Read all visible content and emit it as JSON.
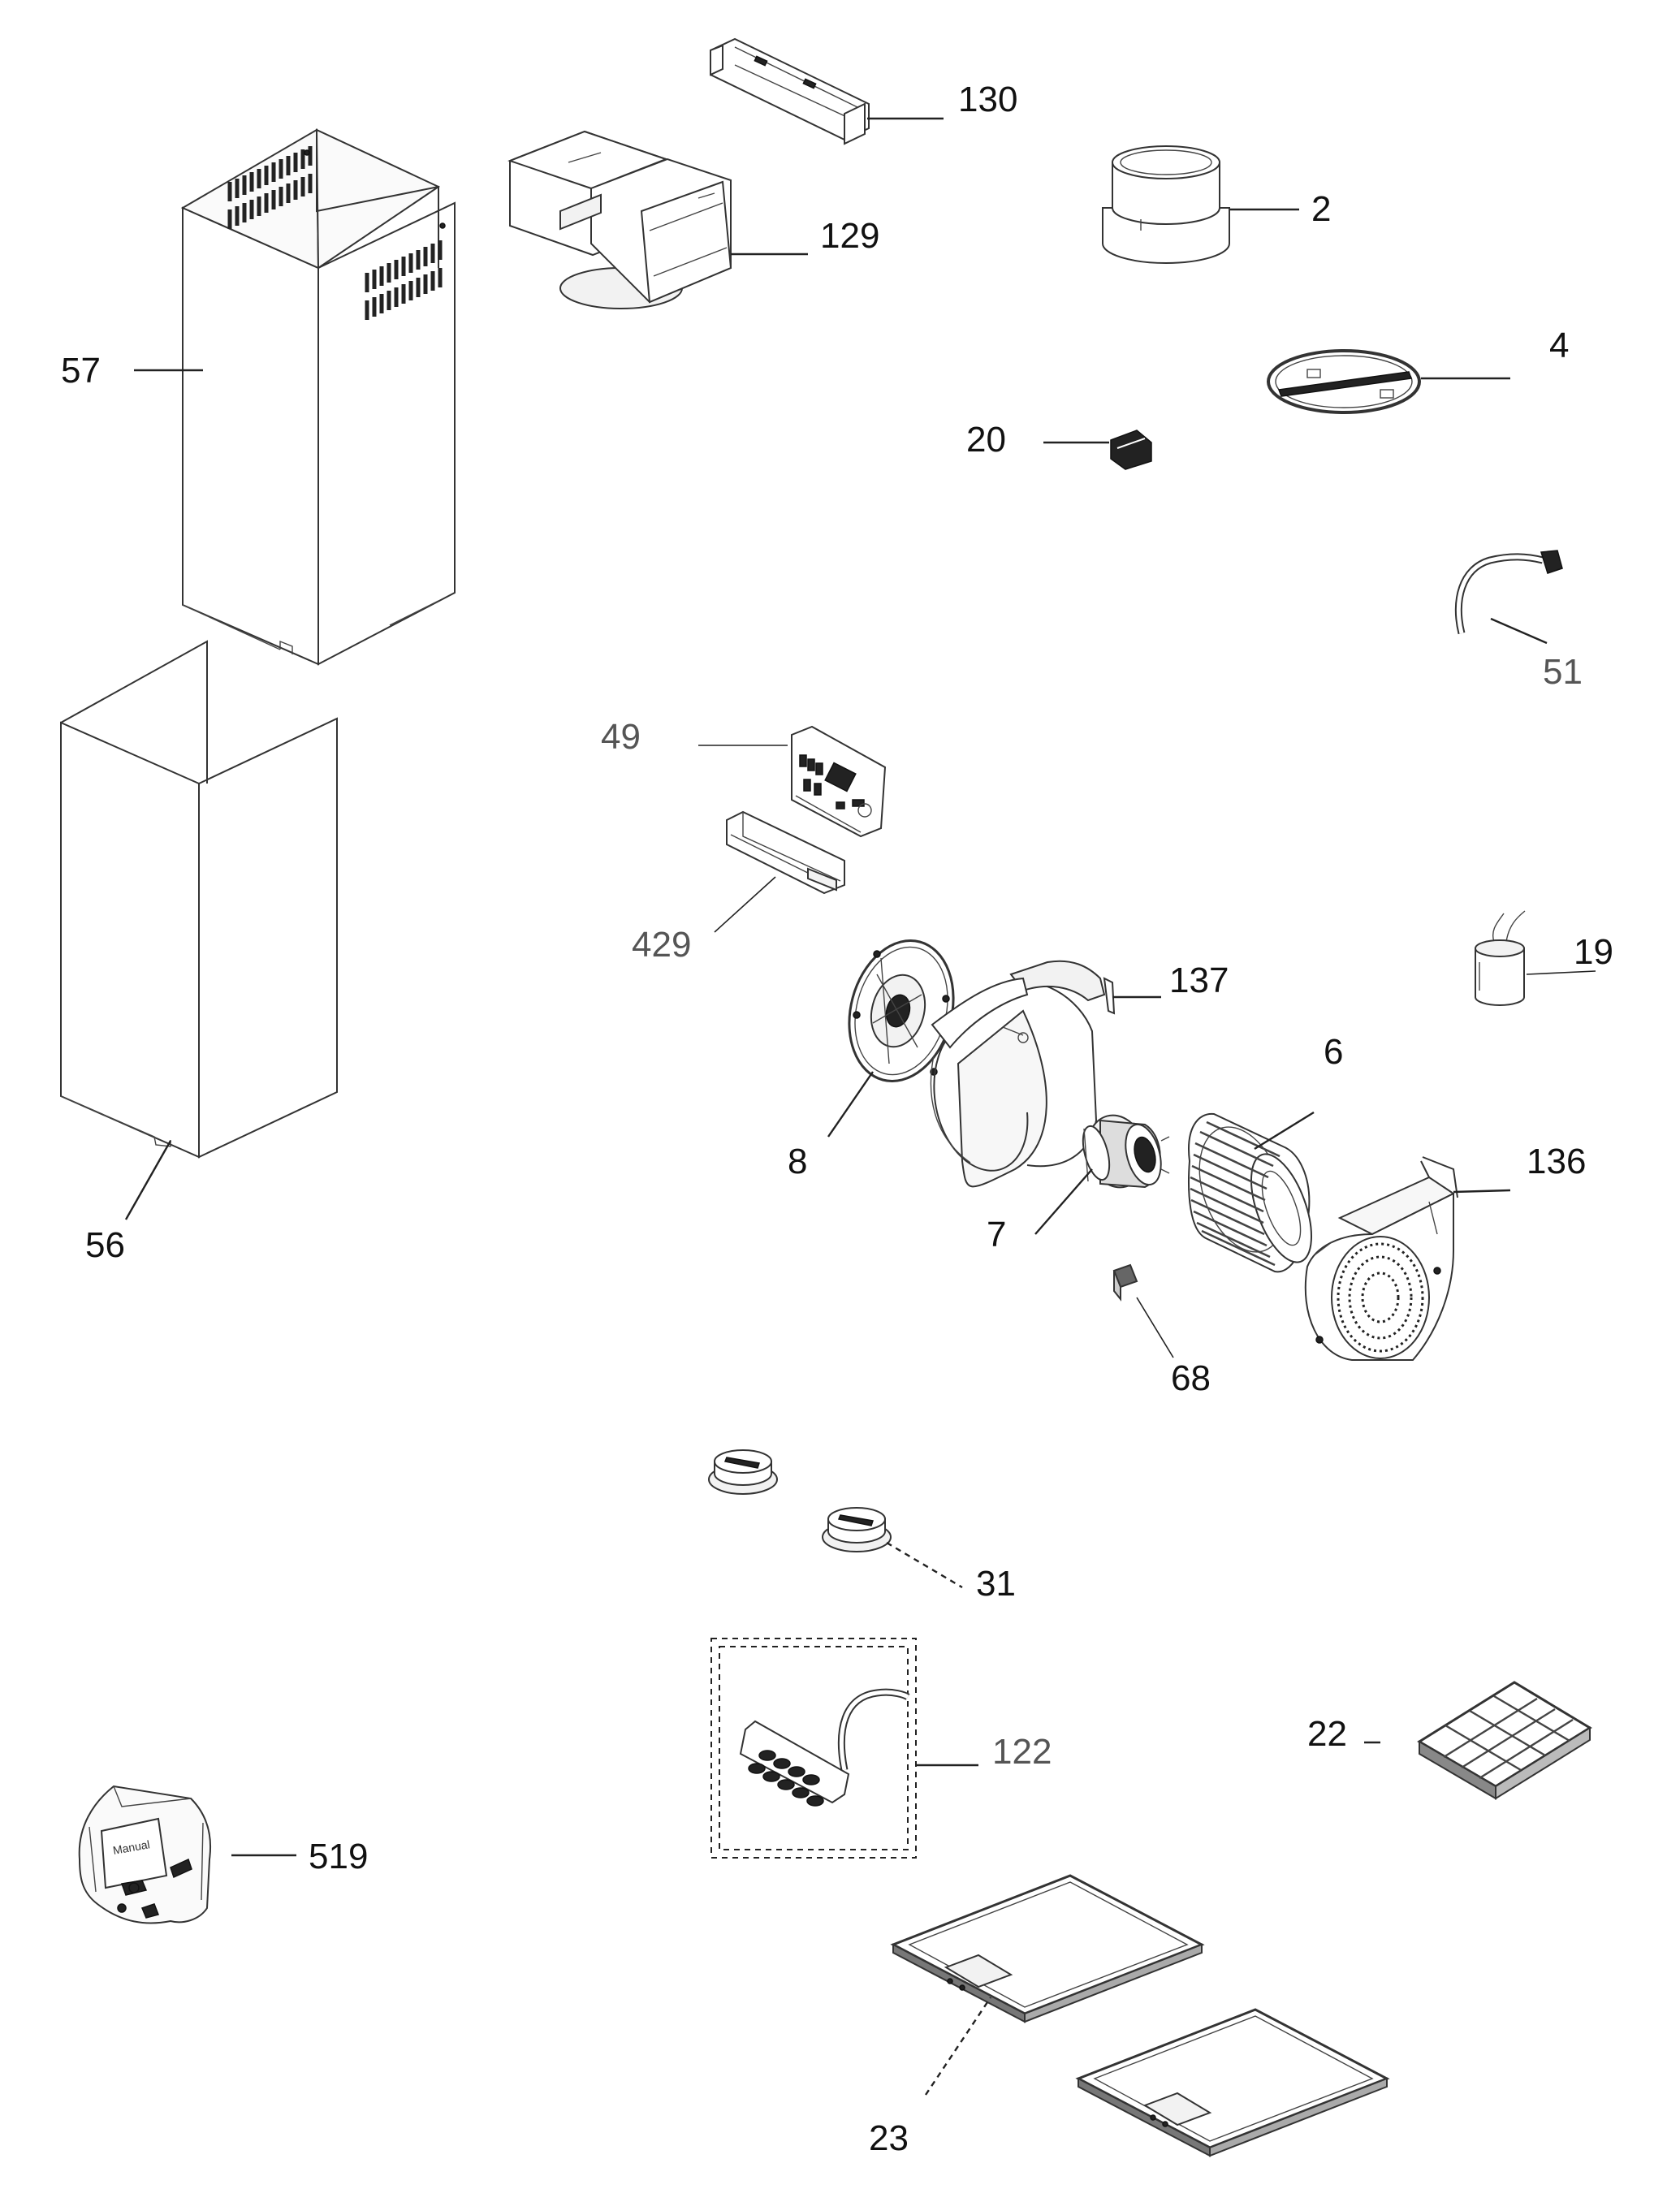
{
  "labels": {
    "p130": "130",
    "p129": "129",
    "p2": "2",
    "p4": "4",
    "p20": "20",
    "p57": "57",
    "p51": "51",
    "p49": "49",
    "p429": "429",
    "p19": "19",
    "p137": "137",
    "p6": "6",
    "p8": "8",
    "p136": "136",
    "p7": "7",
    "p56": "56",
    "p68": "68",
    "p31": "31",
    "p122": "122",
    "p22": "22",
    "p519": "519",
    "p23": "23"
  },
  "manual_tag": "Manual"
}
